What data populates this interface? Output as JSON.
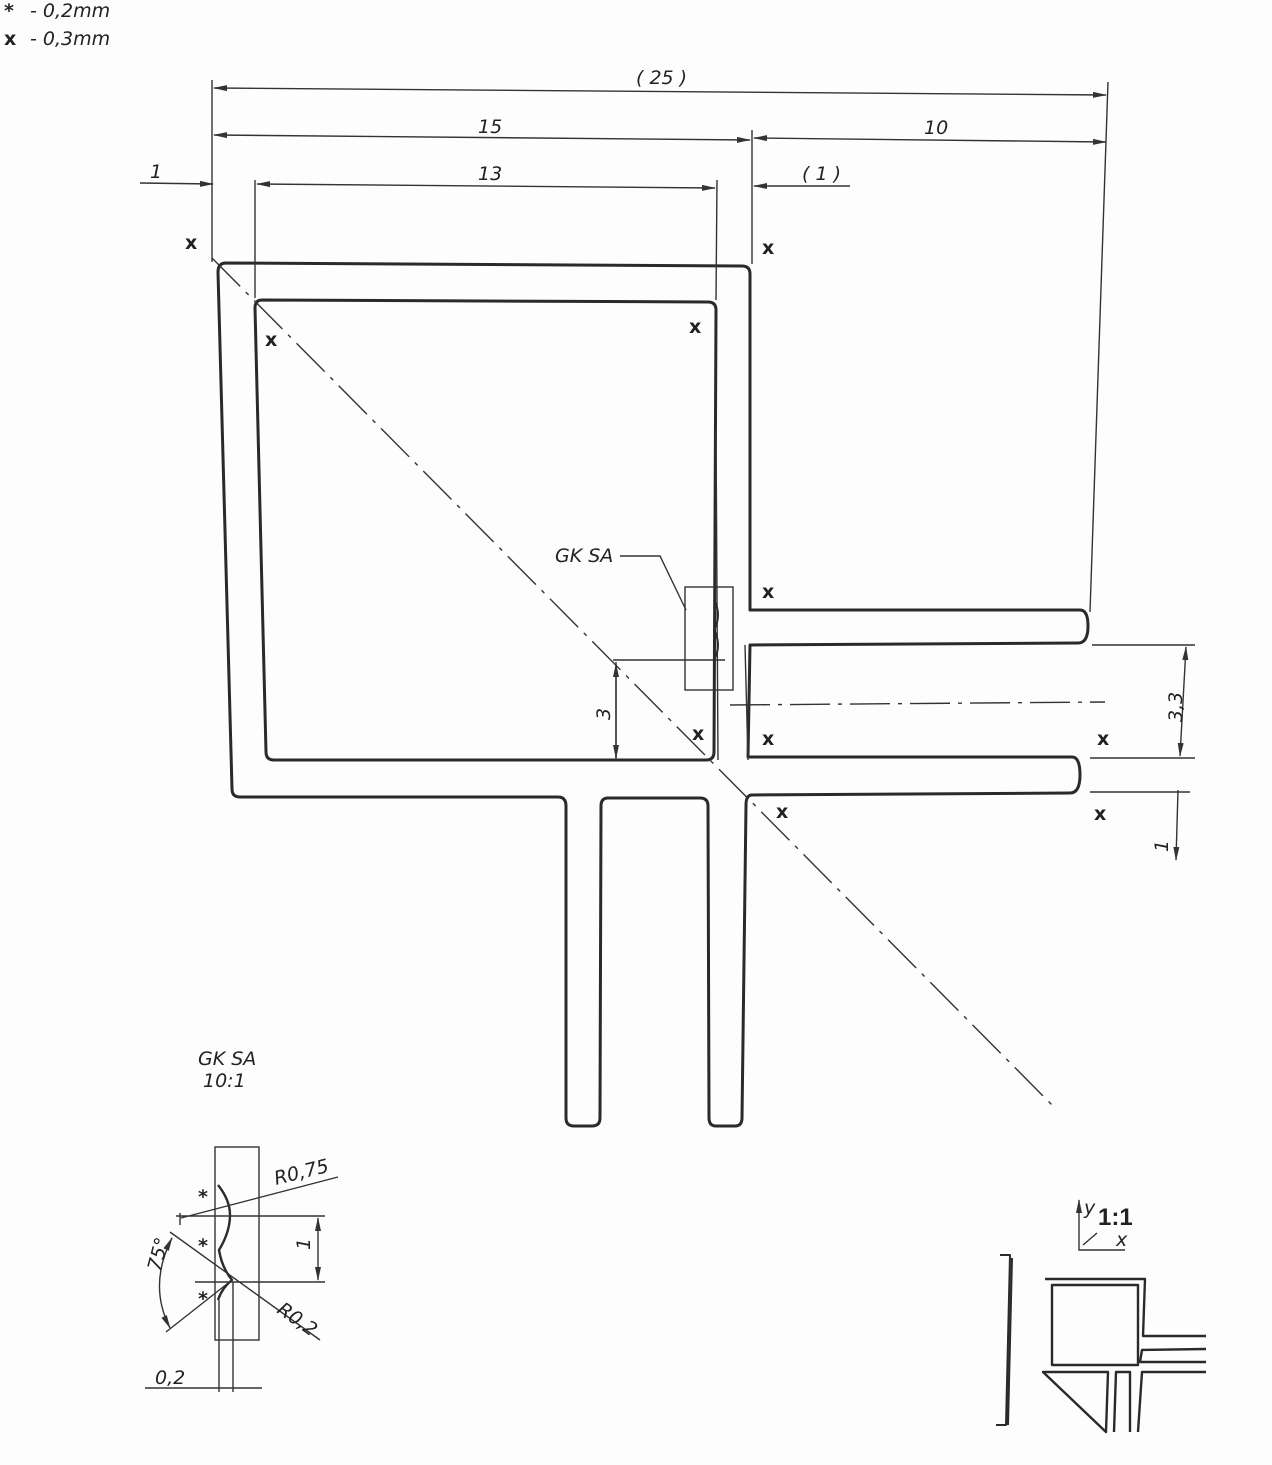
{
  "legend": [
    {
      "symbol": "*",
      "text": "- 0,2mm"
    },
    {
      "symbol": "x",
      "text": "- 0,3mm"
    }
  ],
  "dimensions": {
    "overall": "( 25 )",
    "left": "15",
    "right": "10",
    "wall": "1",
    "inner": "13",
    "gap": "( 1 )",
    "offset": "3",
    "pitch": "3,3",
    "arm": "1"
  },
  "marker": "x",
  "callout": "GK SA",
  "detail": {
    "title": "GK SA",
    "scale": "10:1",
    "radius_large": "R0,75",
    "radius_small": "R0,2",
    "angle": "75°",
    "height": "1",
    "thickness": "0,2",
    "star": "*"
  },
  "view": {
    "scale": "1:1",
    "axis_y": "y",
    "axis_x": "x"
  }
}
